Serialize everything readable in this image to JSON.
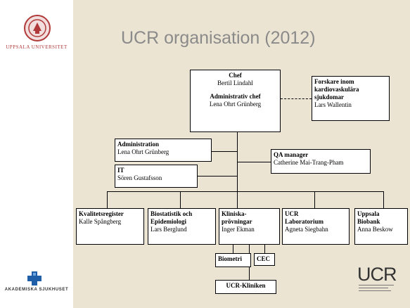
{
  "title": "UCR organisation (2012)",
  "logos": {
    "uppsala": "UPPSALA UNIVERSITET",
    "akademiska": "AKADEMISKA SJUKHUSET",
    "ucr": "UCR"
  },
  "boxes": {
    "chef": {
      "title": "Chef",
      "name": "Bertil Lindahl",
      "subtitle": "Administrativ chef",
      "subname": "Lena Ohrt Grünberg"
    },
    "forskare": {
      "title": "Forskare inom kardiovaskulära sjukdomar",
      "name": "Lars Wallentin"
    },
    "administration": {
      "title": "Administration",
      "name": "Lena Ohrt Grünberg"
    },
    "qa": {
      "title": "QA manager",
      "name": "Catherine Mai-Trang-Pham"
    },
    "it": {
      "title": "IT",
      "name": "Sören Gustafsson"
    },
    "kvalitet": {
      "title": "Kvalitetsregister",
      "name": "Kalle Spångberg"
    },
    "biostat": {
      "title": "Biostatistik och Epidemiologi",
      "name": "Lars Berglund"
    },
    "kliniska": {
      "title": "Kliniska-prövningar",
      "name": "Inger Ekman"
    },
    "lab": {
      "title": "UCR Laboratorium",
      "name": "Agneta Siegbahn"
    },
    "biobank": {
      "title": "Uppsala Biobank",
      "name": "Anna Beskow"
    },
    "biometri": {
      "title": "Biometri"
    },
    "cec": {
      "title": "CEC"
    },
    "kliniken": {
      "title": "UCR-Kliniken"
    }
  }
}
